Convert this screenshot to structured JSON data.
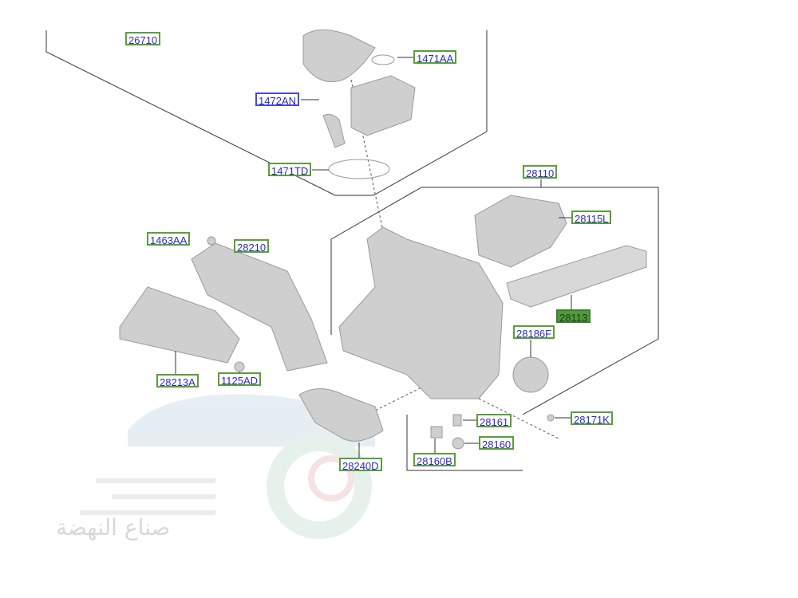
{
  "labels": {
    "l26710": "26710",
    "l1471AA": "1471AA",
    "l1472AN": "1472AN",
    "l1471TD": "1471TD",
    "l28110": "28110",
    "l28115L": "28115L",
    "l1463AA": "1463AA",
    "l28210": "28210",
    "l28113": "28113",
    "l28186F": "28186F",
    "l28213A": "28213A",
    "l1125AD": "1125AD",
    "l28161": "28161",
    "l28171K": "28171K",
    "l28160": "28160",
    "l28240D": "28240D",
    "l28160B": "28160B"
  },
  "watermark": "صناع النهضة",
  "colors": {
    "label_border": "#5a9e3a",
    "label_text": "#2a2ac8",
    "highlight": "#4f9a3a",
    "part": "#c9c9c9"
  }
}
